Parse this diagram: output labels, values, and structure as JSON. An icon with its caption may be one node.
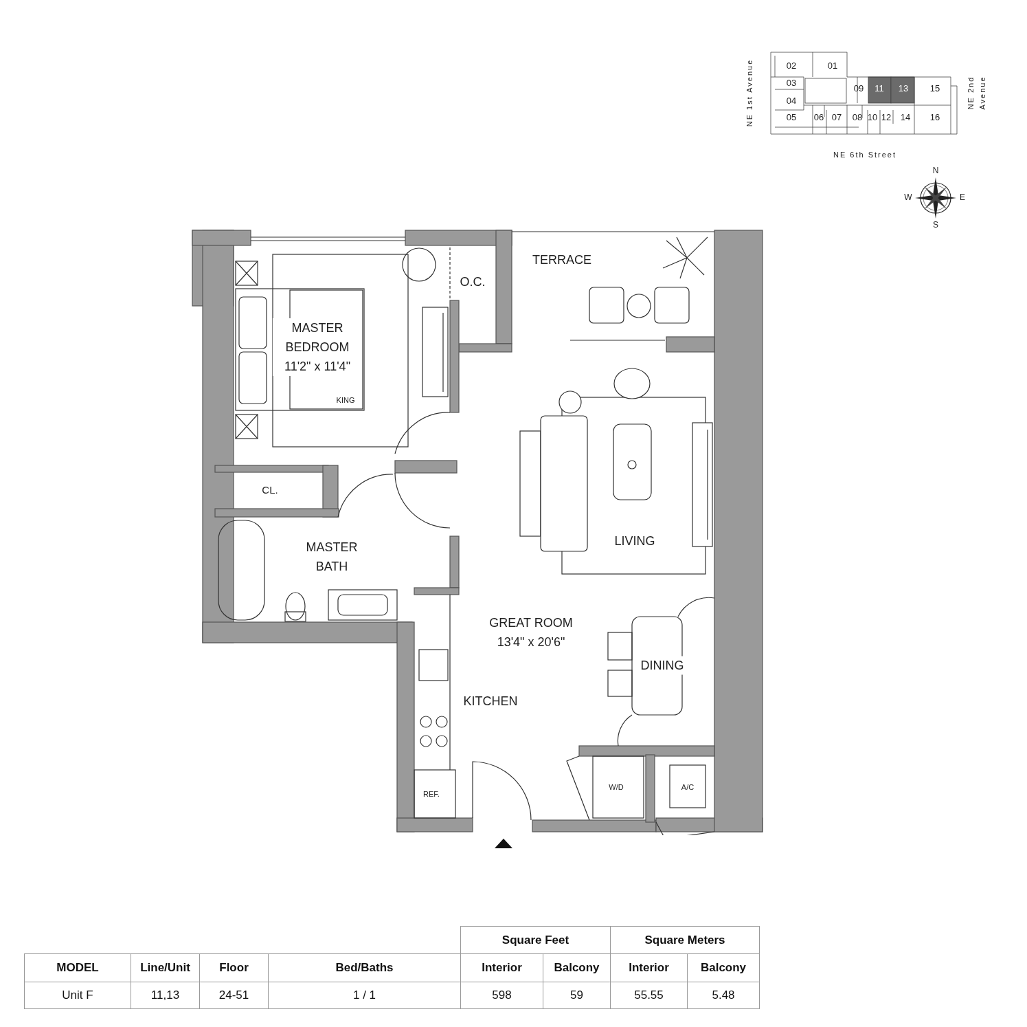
{
  "diagram": {
    "labels": [
      "NE 1st Avenue",
      "02",
      "01",
      "03",
      "04",
      "09",
      "11",
      "13",
      "15",
      "05",
      "06",
      "07",
      "08",
      "10",
      "12",
      "14",
      "16",
      "NE 2nd Avenue",
      "NE 6th Street",
      "N",
      "W",
      "E",
      "S",
      "TERRACE",
      "O.C.",
      "MASTER BEDROOM 11'2\" x 11'4\"",
      "KING",
      "CL.",
      "MASTER BATH",
      "LIVING",
      "GREAT ROOM 13'4\" x 20'6\"",
      "DINING",
      "KITCHEN",
      "REF.",
      "W/D",
      "A/C",
      "Square Feet",
      "Square Meters",
      "MODEL",
      "Line/Unit",
      "Floor",
      "Bed/Baths",
      "Interior",
      "Balcony",
      "Interior",
      "Balcony",
      "Unit F",
      "11,13",
      "24-51",
      "1 / 1",
      "598",
      "59",
      "55.55",
      "5.48"
    ]
  }
}
